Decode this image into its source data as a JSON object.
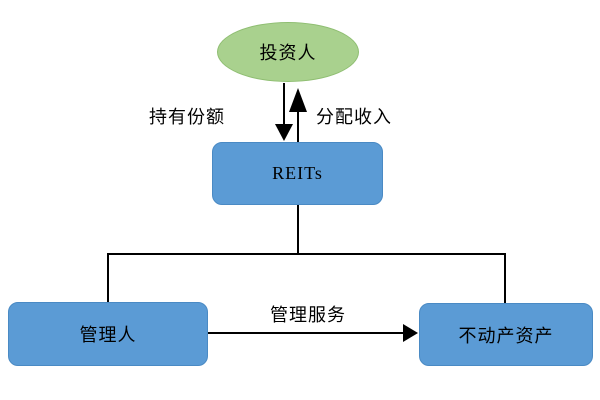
{
  "diagram": {
    "type": "flow-diagram",
    "nodes": {
      "investor": {
        "label": "投资人",
        "shape": "ellipse",
        "fill": "#a9d18e"
      },
      "reits": {
        "label": "REITs",
        "shape": "rounded-rectangle",
        "fill": "#5b9bd5"
      },
      "manager": {
        "label": "管理人",
        "shape": "rounded-rectangle",
        "fill": "#5b9bd5"
      },
      "assets": {
        "label": "不动产资产",
        "shape": "rounded-rectangle",
        "fill": "#5b9bd5"
      }
    },
    "edges": [
      {
        "from": "投资人",
        "to": "REITs",
        "label": "持有份额",
        "style": "arrow-down"
      },
      {
        "from": "REITs",
        "to": "投资人",
        "label": "分配收入",
        "style": "arrow-up"
      },
      {
        "from": "REITs",
        "to": "管理人",
        "label": "",
        "style": "line"
      },
      {
        "from": "REITs",
        "to": "不动产资产",
        "label": "",
        "style": "line"
      },
      {
        "from": "管理人",
        "to": "不动产资产",
        "label": "管理服务",
        "style": "arrow-right"
      }
    ],
    "colors": {
      "node_green_fill": "#a9d18e",
      "node_green_border": "#8fbe72",
      "node_blue_fill": "#5b9bd5",
      "node_blue_border": "#4a8ac4",
      "line_color": "#000000",
      "text_color": "#000000",
      "background": "#ffffff"
    }
  }
}
